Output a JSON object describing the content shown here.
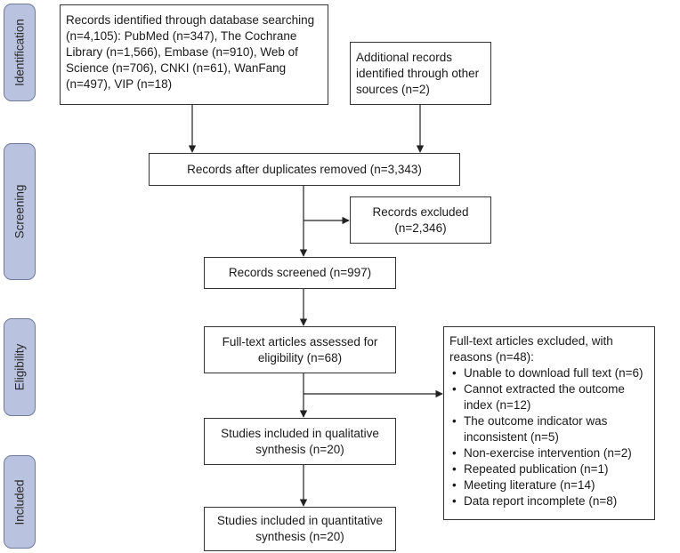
{
  "phases": {
    "identification": "Identification",
    "screening": "Screening",
    "eligibility": "Eligibility",
    "included": "Included"
  },
  "boxes": {
    "database_records": "Records identified through database searching (n=4,105): PubMed (n=347), The Cochrane Library (n=1,566), Embase (n=910), Web of Science (n=706), CNKI (n=61), WanFang (n=497), VIP (n=18)",
    "additional_records": "Additional records identified through other sources (n=2)",
    "after_duplicates": "Records after duplicates removed (n=3,343)",
    "records_excluded": "Records excluded (n=2,346)",
    "records_screened": "Records screened (n=997)",
    "fulltext_assessed": "Full-text articles assessed for eligibility (n=68)",
    "qualitative": "Studies included in qualitative synthesis (n=20)",
    "quantitative": "Studies included in quantitative synthesis (n=20)"
  },
  "fulltext_excluded": {
    "heading": "Full-text articles excluded, with reasons (n=48):",
    "reasons": [
      "Unable to download full text (n=6)",
      "Cannot extracted the outcome index (n=12)",
      "The outcome indicator was inconsistent (n=5)",
      "Non-exercise intervention (n=2)",
      "Repeated publication (n=1)",
      "Meeting literature (n=14)",
      "Data report incomplete (n=8)"
    ]
  }
}
